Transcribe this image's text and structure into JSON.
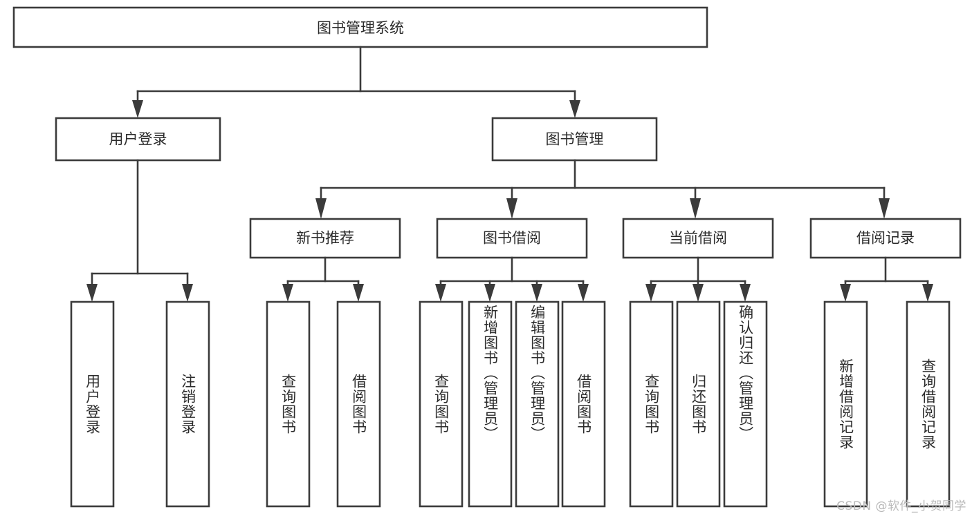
{
  "diagram": {
    "title": "图书管理系统",
    "type": "tree-hierarchy-diagram",
    "watermark": "CSDN @软件_小贺同学",
    "colors": {
      "stroke": "#3b3b3b",
      "fill": "#ffffff",
      "text": "#2b2b2b",
      "watermark": "#b9b9b9",
      "background": "#ffffff"
    },
    "root": {
      "label": "图书管理系统"
    },
    "level2": [
      {
        "id": "user-login",
        "label": "用户登录"
      },
      {
        "id": "book-management",
        "label": "图书管理"
      }
    ],
    "level3": [
      {
        "id": "new-book-recommend",
        "label": "新书推荐",
        "parent": "book-management"
      },
      {
        "id": "book-borrow",
        "label": "图书借阅",
        "parent": "book-management"
      },
      {
        "id": "current-borrow",
        "label": "当前借阅",
        "parent": "book-management"
      },
      {
        "id": "borrow-record",
        "label": "借阅记录",
        "parent": "book-management"
      }
    ],
    "leaves": {
      "user-login": [
        {
          "id": "leaf-user-login",
          "label": "用户登录"
        },
        {
          "id": "leaf-logout-login",
          "label": "注销登录"
        }
      ],
      "new-book-recommend": [
        {
          "id": "leaf-query-book-1",
          "label": "查询图书"
        },
        {
          "id": "leaf-borrow-book-1",
          "label": "借阅图书"
        }
      ],
      "book-borrow": [
        {
          "id": "leaf-query-book-2",
          "label": "查询图书"
        },
        {
          "id": "leaf-add-book-admin",
          "label": "新增图书（管理员）"
        },
        {
          "id": "leaf-edit-book-admin",
          "label": "编辑图书（管理员）"
        },
        {
          "id": "leaf-borrow-book-2",
          "label": "借阅图书"
        }
      ],
      "current-borrow": [
        {
          "id": "leaf-query-book-3",
          "label": "查询图书"
        },
        {
          "id": "leaf-return-book",
          "label": "归还图书"
        },
        {
          "id": "leaf-confirm-return-admin",
          "label": "确认归还（管理员）"
        }
      ],
      "borrow-record": [
        {
          "id": "leaf-add-borrow-record",
          "label": "新增借阅记录"
        },
        {
          "id": "leaf-query-borrow-record",
          "label": "查询借阅记录"
        }
      ]
    }
  }
}
